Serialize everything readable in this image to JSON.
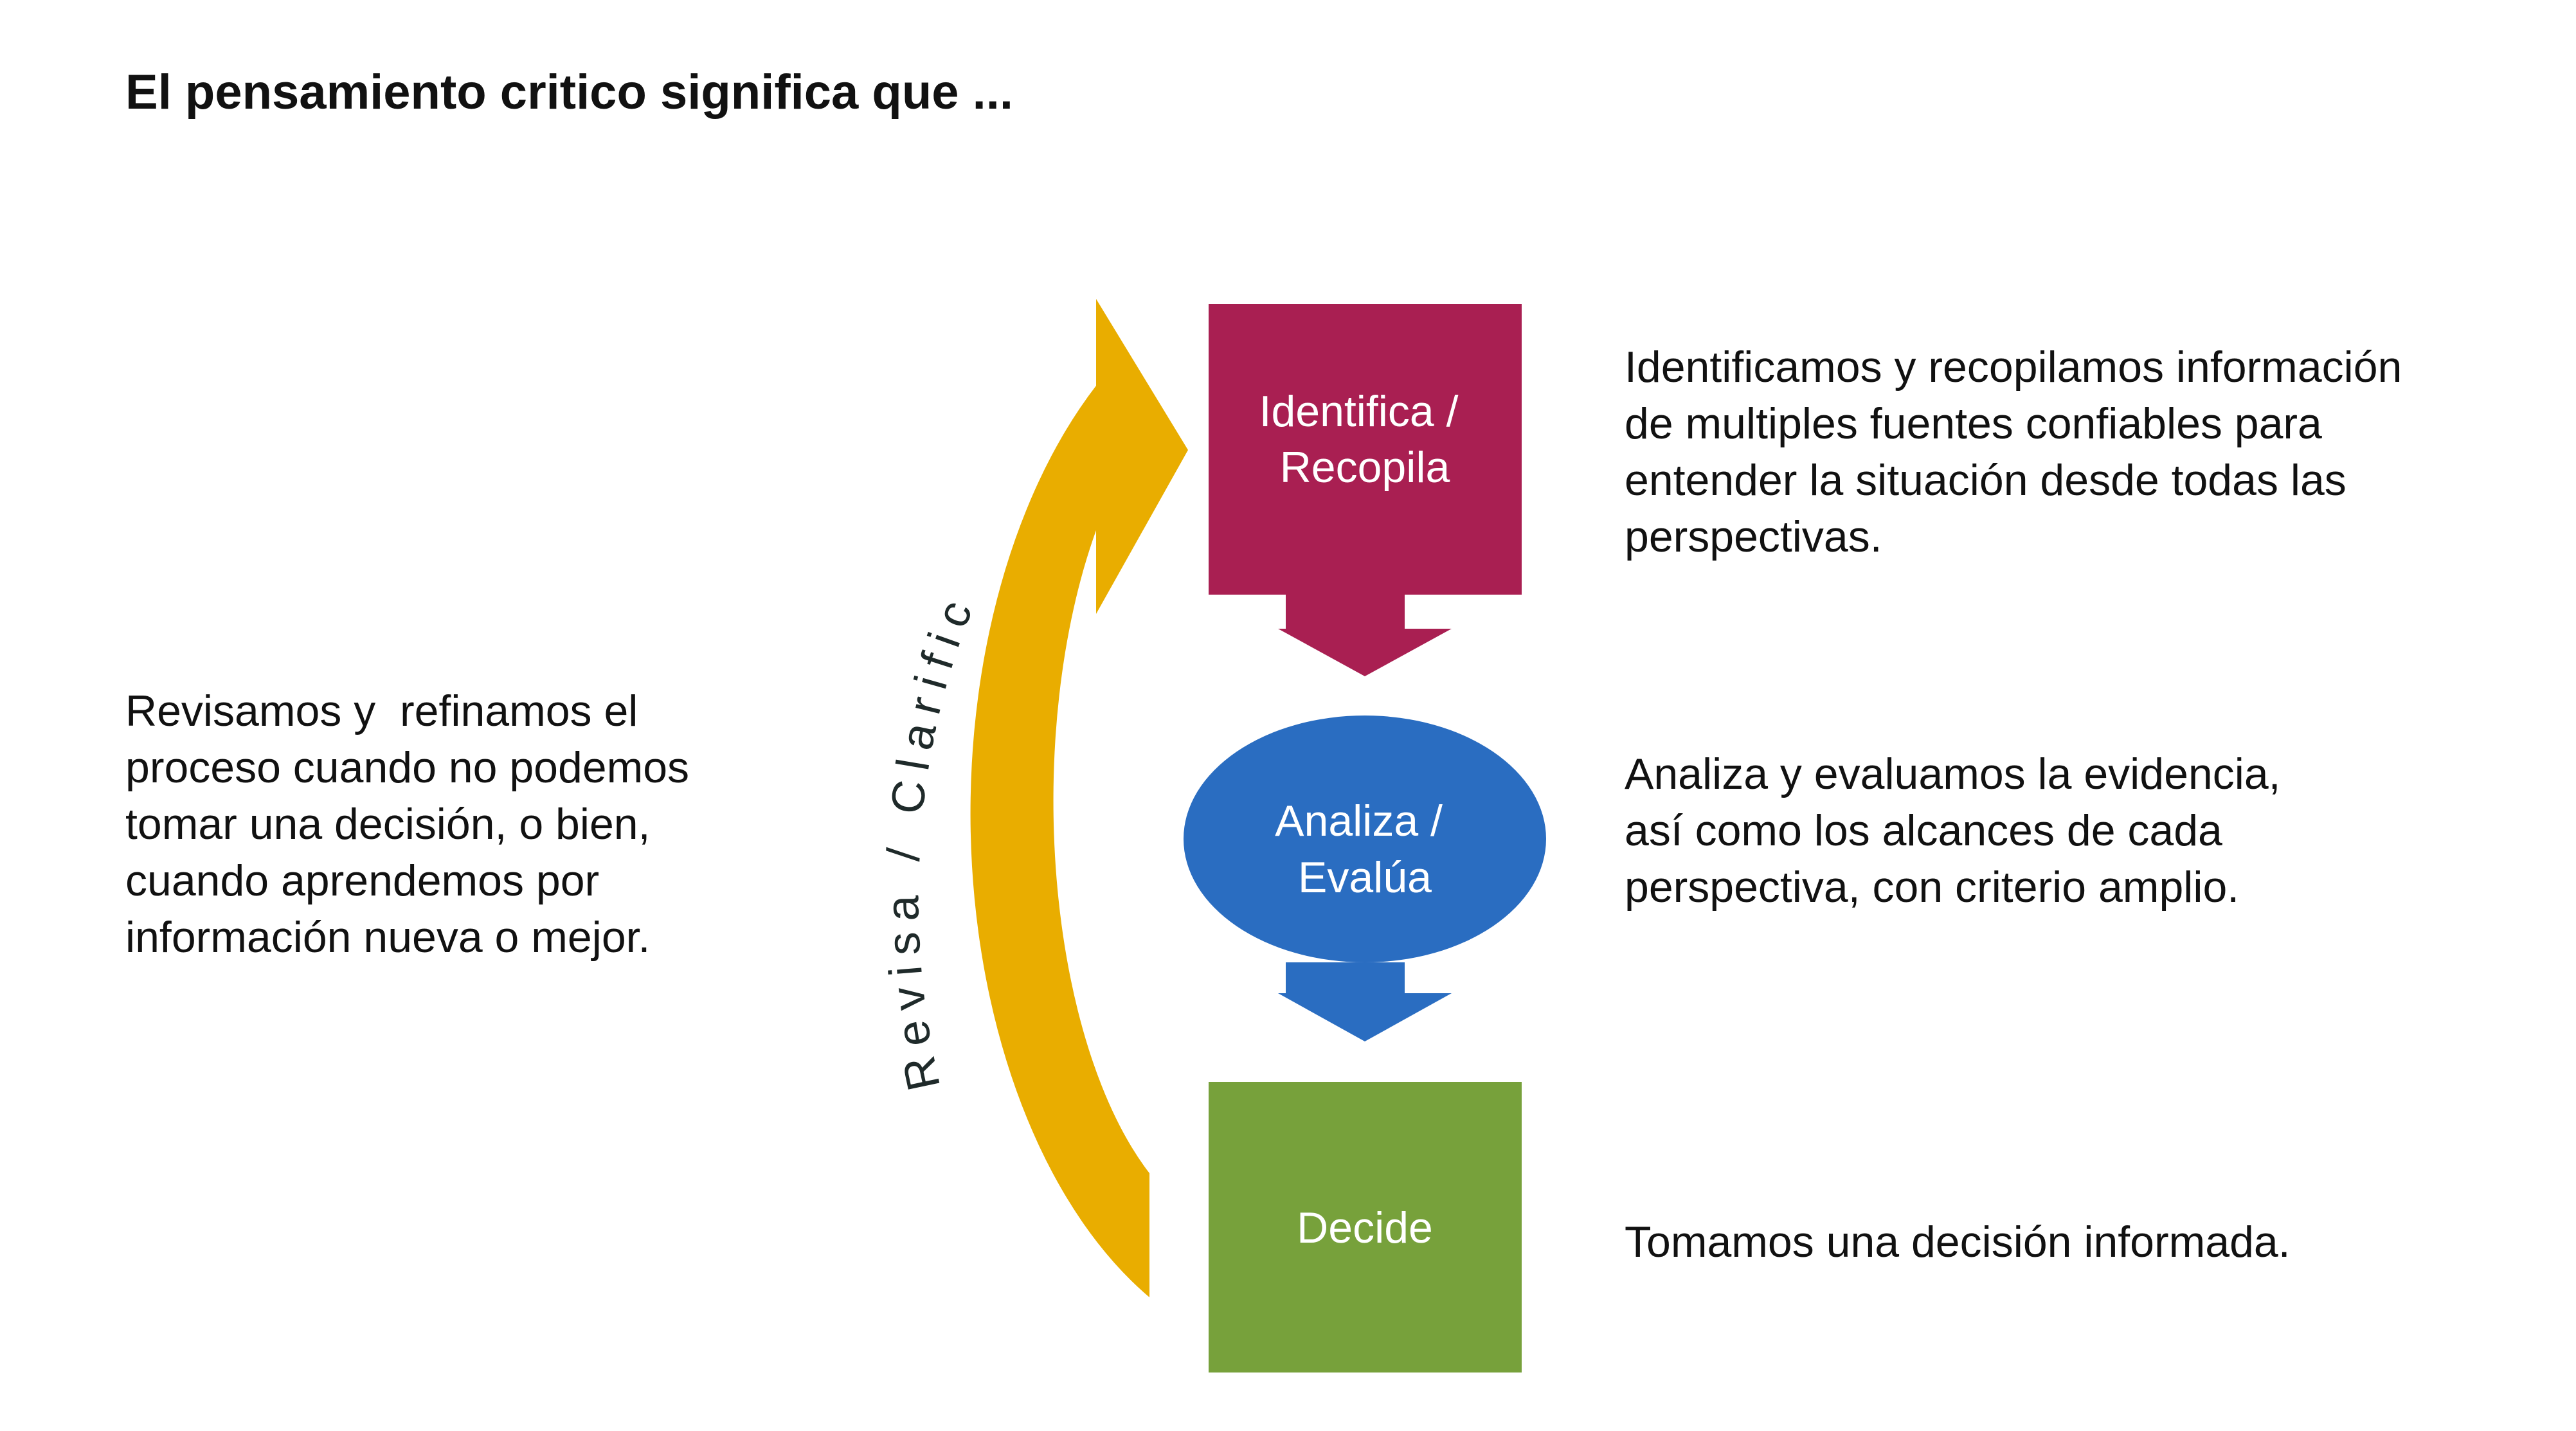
{
  "title": "El pensamiento critico significa que ...",
  "colors": {
    "identify": "#A91F52",
    "analyze": "#2A6DC1",
    "decide": "#77A13B",
    "loop_arrow": "#E9AD00"
  },
  "steps": [
    {
      "label_lines": [
        "Identifica /",
        "Recopila"
      ],
      "shape": "rectangle",
      "description": "Identificamos y recopilamos información\nde multiples fuentes confiables para\nentender la situación desde todas las\nperspectivas."
    },
    {
      "label_lines": [
        "Analiza /",
        "Evalúa"
      ],
      "shape": "ellipse",
      "description": "Analiza y evaluamos la evidencia,\nasí como los alcances de cada\nperspectiva, con criterio amplio."
    },
    {
      "label_lines": [
        "Decide"
      ],
      "shape": "rectangle",
      "description": "Tomamos una decisión informada."
    }
  ],
  "loop": {
    "label": "Revisa  /  Clarifica",
    "description": "Revisamos y  refinamos el\nproceso cuando no podemos\ntomar una decisión, o bien,\ncuando aprendemos por\ninformación nueva o mejor."
  }
}
